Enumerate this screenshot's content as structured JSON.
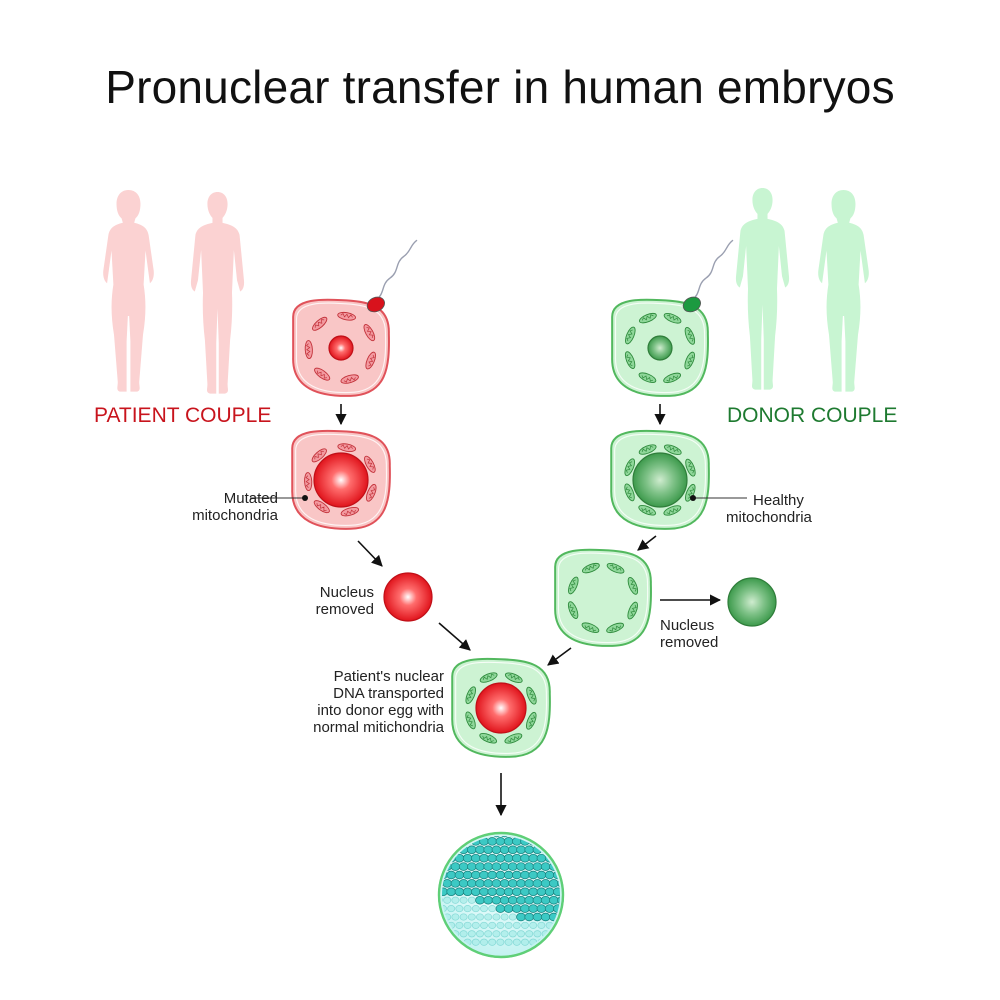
{
  "title": "Pronuclear transfer in human embryos",
  "colors": {
    "patient": "#c8141d",
    "donor": "#1e7a30",
    "patient_silhouette": "#fbd2d2",
    "donor_silhouette": "#c8f5d2",
    "patient_cell_fill": "#f9c6c6",
    "patient_cell_stroke": "#e0525a",
    "donor_cell_fill": "#cdf3d3",
    "donor_cell_stroke": "#52b85e",
    "blastocyst": "#3cc9c4"
  },
  "labels": {
    "patient_couple": "PATIENT COUPLE",
    "donor_couple": "DONOR COUPLE",
    "mutated_mitochondria": [
      "Mutated",
      "mitochondria"
    ],
    "healthy_mitochondria": [
      "Healthy",
      "mitochondria"
    ],
    "nucleus_removed_left": [
      "Nucleus",
      "removed"
    ],
    "nucleus_removed_right": [
      "Nucleus",
      "removed"
    ],
    "transfer": [
      "Patient's nuclear",
      "DNA transported",
      "into donor egg with",
      "normal mitichondria"
    ]
  },
  "icons": {
    "figures": [
      "woman-silhouette-icon",
      "man-silhouette-icon"
    ],
    "sperm": "sperm-icon",
    "mitochondria": "mitochondrion-icon"
  }
}
